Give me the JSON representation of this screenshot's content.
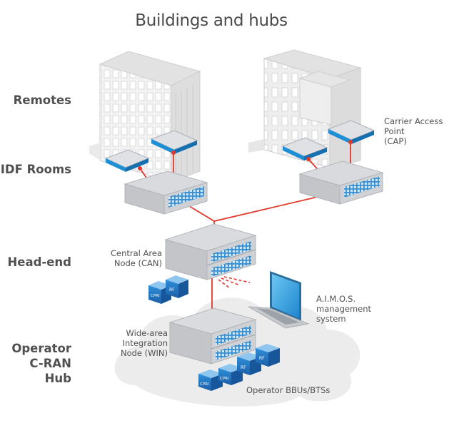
{
  "title": "Buildings and hubs",
  "tiers": {
    "remotes": "Remotes",
    "idf_rooms": "IDF Rooms",
    "head_end": "Head-end",
    "operator_line1": "Operator",
    "operator_line2": "C-RAN Hub"
  },
  "labels": {
    "cap_line1": "Carrier Access Point",
    "cap_line2": "(CAP)",
    "can_line1": "Central Area",
    "can_line2": "Node (CAN)",
    "aimos_line1": "A.I.M.O.S.",
    "aimos_line2": "management",
    "aimos_line3": "system",
    "win_line1": "Wide-area",
    "win_line2": "Integration",
    "win_line3": "Node (WIN)",
    "bbu": "Operator BBUs/BTSs"
  },
  "modules": {
    "cpri": "CPRI",
    "rf": "RF"
  },
  "colors": {
    "link": "#e03a2e",
    "accent_blue": "#1e8fd6",
    "device_gray": "#c9cbcf",
    "cloud": "#ececec"
  }
}
